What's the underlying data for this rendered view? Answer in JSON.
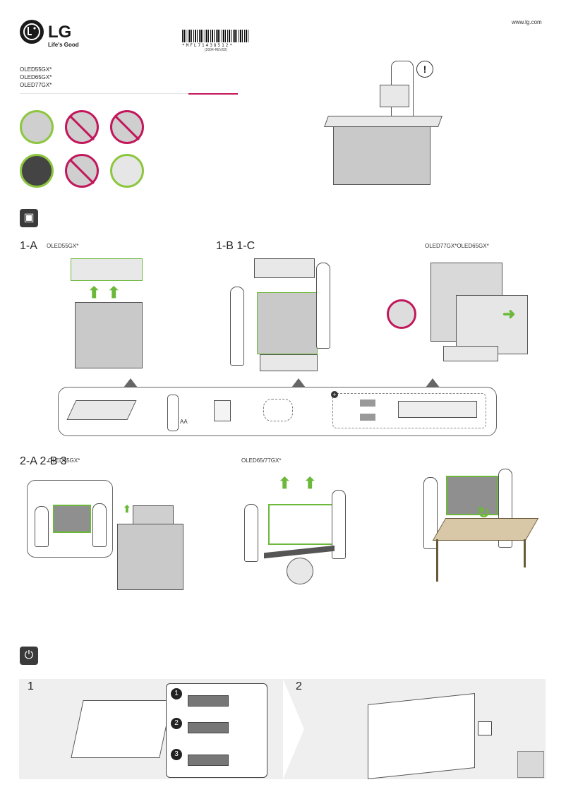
{
  "header": {
    "url": "www.lg.com",
    "brand": "LG",
    "tagline": "Life's Good",
    "barcode_text": "*MFL71438512*",
    "barcode_rev": "(2004-REV02)"
  },
  "models": [
    "OLED55GX*",
    "OLED65GX*",
    "OLED77GX*"
  ],
  "colors": {
    "accent_magenta": "#c2185b",
    "accent_green": "#6cb83b",
    "ok_ring": "#8dc63f"
  },
  "unboxing": {
    "icon": "box-icon",
    "step_1a": {
      "label": "1-A",
      "model": "OLED55GX*"
    },
    "step_1bc": {
      "label": "1-B 1-C",
      "model": "OLED77GX*OLED65GX*"
    },
    "battery_label": "AA"
  },
  "lifting": {
    "step_2": {
      "label": "2-A 2-B 3",
      "model": "OLED55GX*"
    },
    "model_65_77": "OLED65/77GX*"
  },
  "install": {
    "icon": "plug-icon",
    "panel_1": "1",
    "panel_2": "2",
    "substeps": [
      "1",
      "2",
      "3"
    ]
  }
}
